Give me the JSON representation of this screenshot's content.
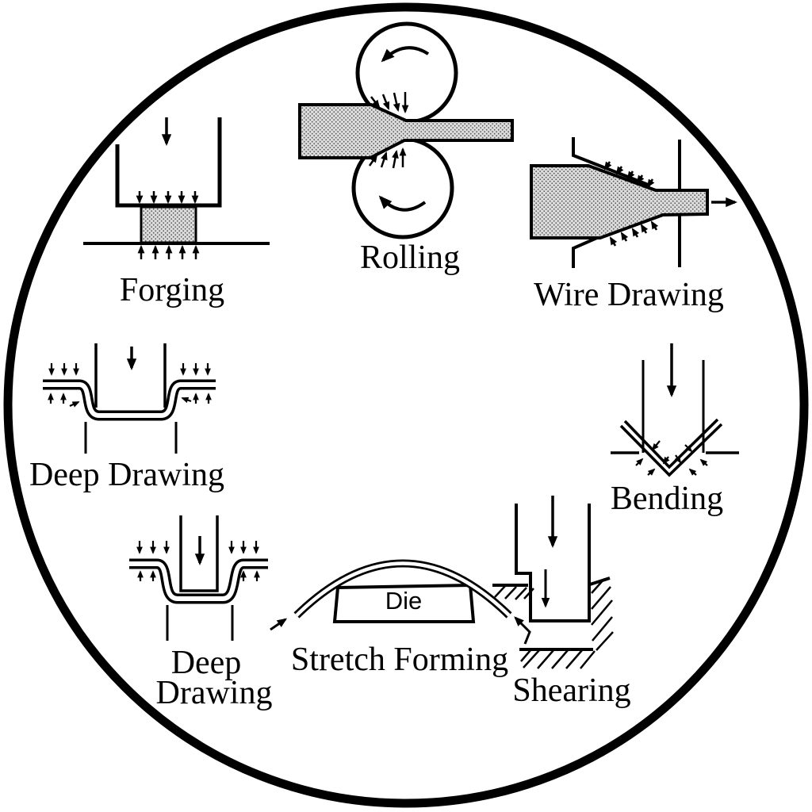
{
  "diagram": {
    "processes": [
      {
        "id": "rolling",
        "label": "Rolling",
        "position": "top-center"
      },
      {
        "id": "wire-drawing",
        "label": "Wire Drawing",
        "position": "upper-right"
      },
      {
        "id": "bending",
        "label": "Bending",
        "position": "right"
      },
      {
        "id": "shearing",
        "label": "Shearing",
        "position": "lower-right"
      },
      {
        "id": "stretch-forming",
        "label": "Stretch Forming",
        "position": "bottom-center"
      },
      {
        "id": "deep-drawing-lower",
        "label_line1": "Deep",
        "label_line2": "Drawing",
        "position": "lower-left"
      },
      {
        "id": "deep-drawing-left",
        "label": "Deep Drawing",
        "position": "left"
      },
      {
        "id": "forging",
        "label": "Forging",
        "position": "upper-left"
      }
    ],
    "annotations": {
      "die_label": "Die"
    },
    "colors": {
      "line": "#000000",
      "background": "#ffffff",
      "workpiece_fill_base": "#dcdcdc",
      "workpiece_fill_dot": "#5a5a5a"
    }
  }
}
